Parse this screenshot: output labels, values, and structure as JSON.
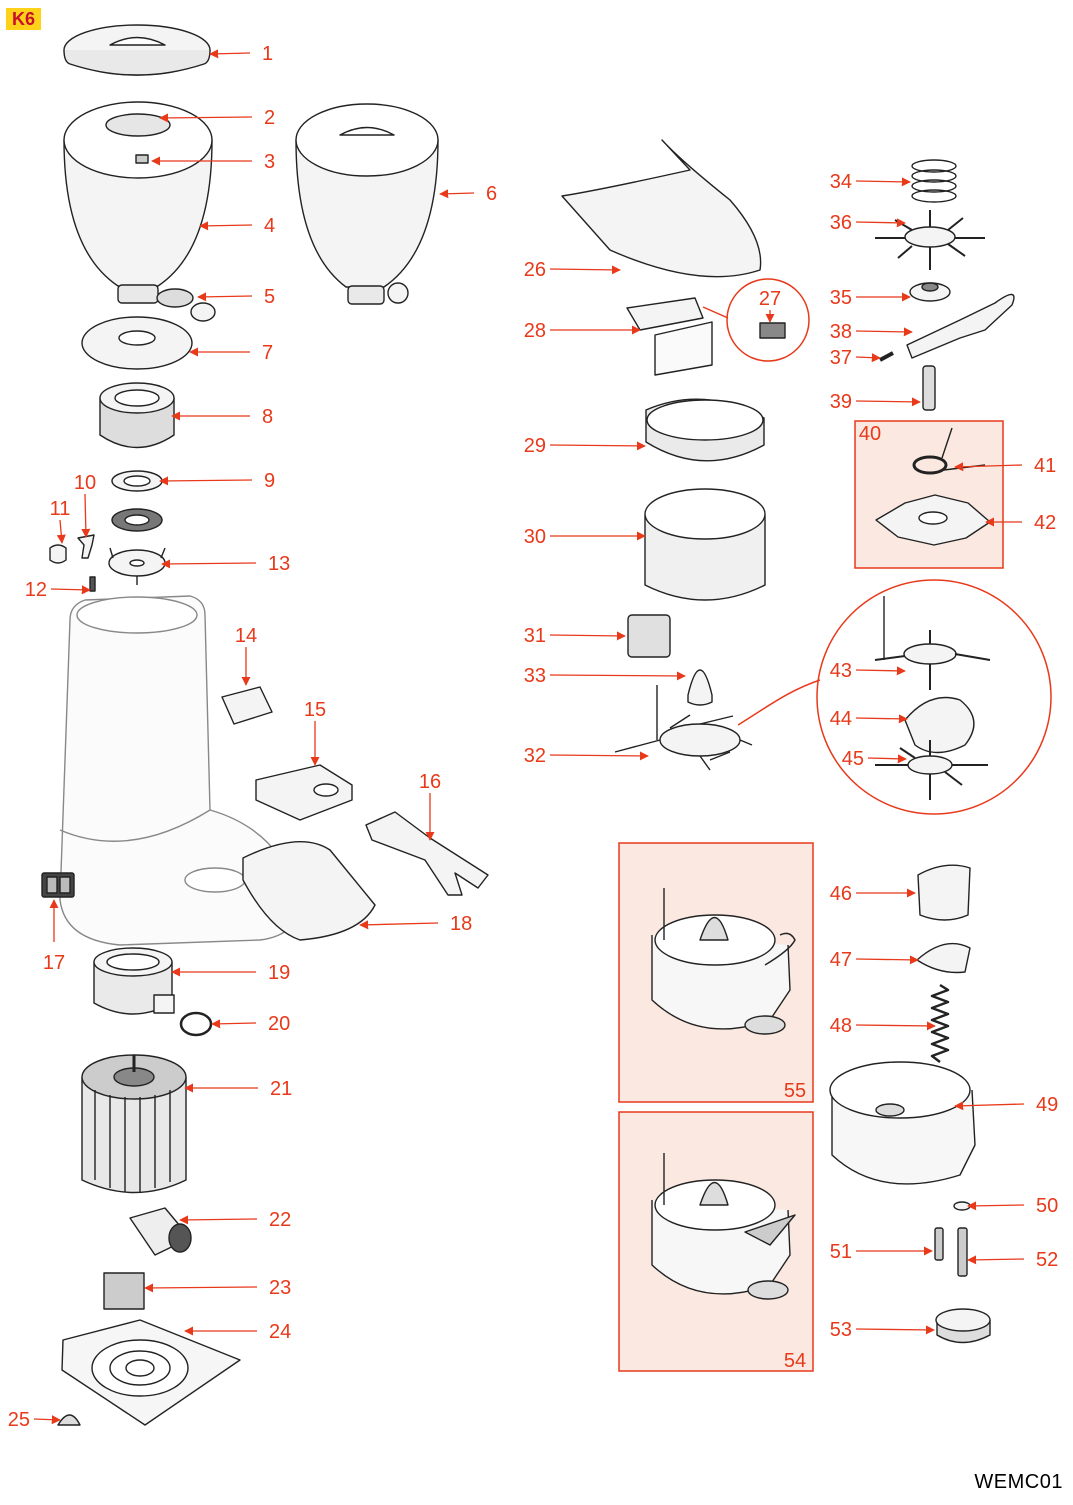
{
  "header": {
    "model_tag": "K6"
  },
  "footer": {
    "drawing_code": "WEMC01"
  },
  "colors": {
    "callout": "#e8391a",
    "outline": "#222222",
    "panel_fill": "#fbe9e1",
    "panel_stroke": "#e8391a",
    "tag_bg": "#ffd21a",
    "part_fill": "#f4f4f4"
  },
  "callouts": [
    {
      "num": "1",
      "part": "hopper-lid"
    },
    {
      "num": "2",
      "part": "shutter-knob"
    },
    {
      "num": "3",
      "part": "shutter-clip"
    },
    {
      "num": "4",
      "part": "hopper-short"
    },
    {
      "num": "5",
      "part": "hopper-shutter"
    },
    {
      "num": "6",
      "part": "hopper-tall"
    },
    {
      "num": "7",
      "part": "hopper-base-plate"
    },
    {
      "num": "8",
      "part": "burr-carrier-ring"
    },
    {
      "num": "9",
      "part": "grinding-burrs"
    },
    {
      "num": "10",
      "part": "adjustment-lever"
    },
    {
      "num": "11",
      "part": "lever-cap"
    },
    {
      "num": "12",
      "part": "spring-pin"
    },
    {
      "num": "13",
      "part": "burr-holder"
    },
    {
      "num": "14",
      "part": "switch-housing"
    },
    {
      "num": "15",
      "part": "fork-cover"
    },
    {
      "num": "16",
      "part": "portafilter-fork"
    },
    {
      "num": "17",
      "part": "rocker-switch"
    },
    {
      "num": "18",
      "part": "drip-tray"
    },
    {
      "num": "19",
      "part": "grinding-chamber"
    },
    {
      "num": "20",
      "part": "o-ring"
    },
    {
      "num": "21",
      "part": "motor"
    },
    {
      "num": "22",
      "part": "capacitor"
    },
    {
      "num": "23",
      "part": "terminal-block"
    },
    {
      "num": "24",
      "part": "base-plate"
    },
    {
      "num": "25",
      "part": "rubber-foot"
    },
    {
      "num": "26",
      "part": "doser-lid"
    },
    {
      "num": "27",
      "part": "micro-switch"
    },
    {
      "num": "28",
      "part": "switch-bracket"
    },
    {
      "num": "29",
      "part": "doser-ring"
    },
    {
      "num": "30",
      "part": "doser-cylinder"
    },
    {
      "num": "31",
      "part": "doser-nut"
    },
    {
      "num": "32",
      "part": "star-wheel-assembly"
    },
    {
      "num": "33",
      "part": "center-cone"
    },
    {
      "num": "34",
      "part": "spring"
    },
    {
      "num": "35",
      "part": "ratchet-hub"
    },
    {
      "num": "36",
      "part": "star-wheel"
    },
    {
      "num": "37",
      "part": "small-spring"
    },
    {
      "num": "38",
      "part": "doser-lever"
    },
    {
      "num": "39",
      "part": "spacer-pin"
    },
    {
      "num": "40",
      "part": "dose-adjuster-kit"
    },
    {
      "num": "41",
      "part": "torsion-spring"
    },
    {
      "num": "42",
      "part": "adjuster-disk"
    },
    {
      "num": "43",
      "part": "upper-star"
    },
    {
      "num": "44",
      "part": "dose-plate"
    },
    {
      "num": "45",
      "part": "lower-star"
    },
    {
      "num": "46",
      "part": "spout-cap"
    },
    {
      "num": "47",
      "part": "spout-insert"
    },
    {
      "num": "48",
      "part": "lever-spring"
    },
    {
      "num": "49",
      "part": "doser-body"
    },
    {
      "num": "50",
      "part": "washer"
    },
    {
      "num": "51",
      "part": "pin"
    },
    {
      "num": "52",
      "part": "pivot-pin"
    },
    {
      "num": "53",
      "part": "doser-foot"
    },
    {
      "num": "54",
      "part": "doser-assembly-b"
    },
    {
      "num": "55",
      "part": "doser-assembly-a"
    }
  ]
}
